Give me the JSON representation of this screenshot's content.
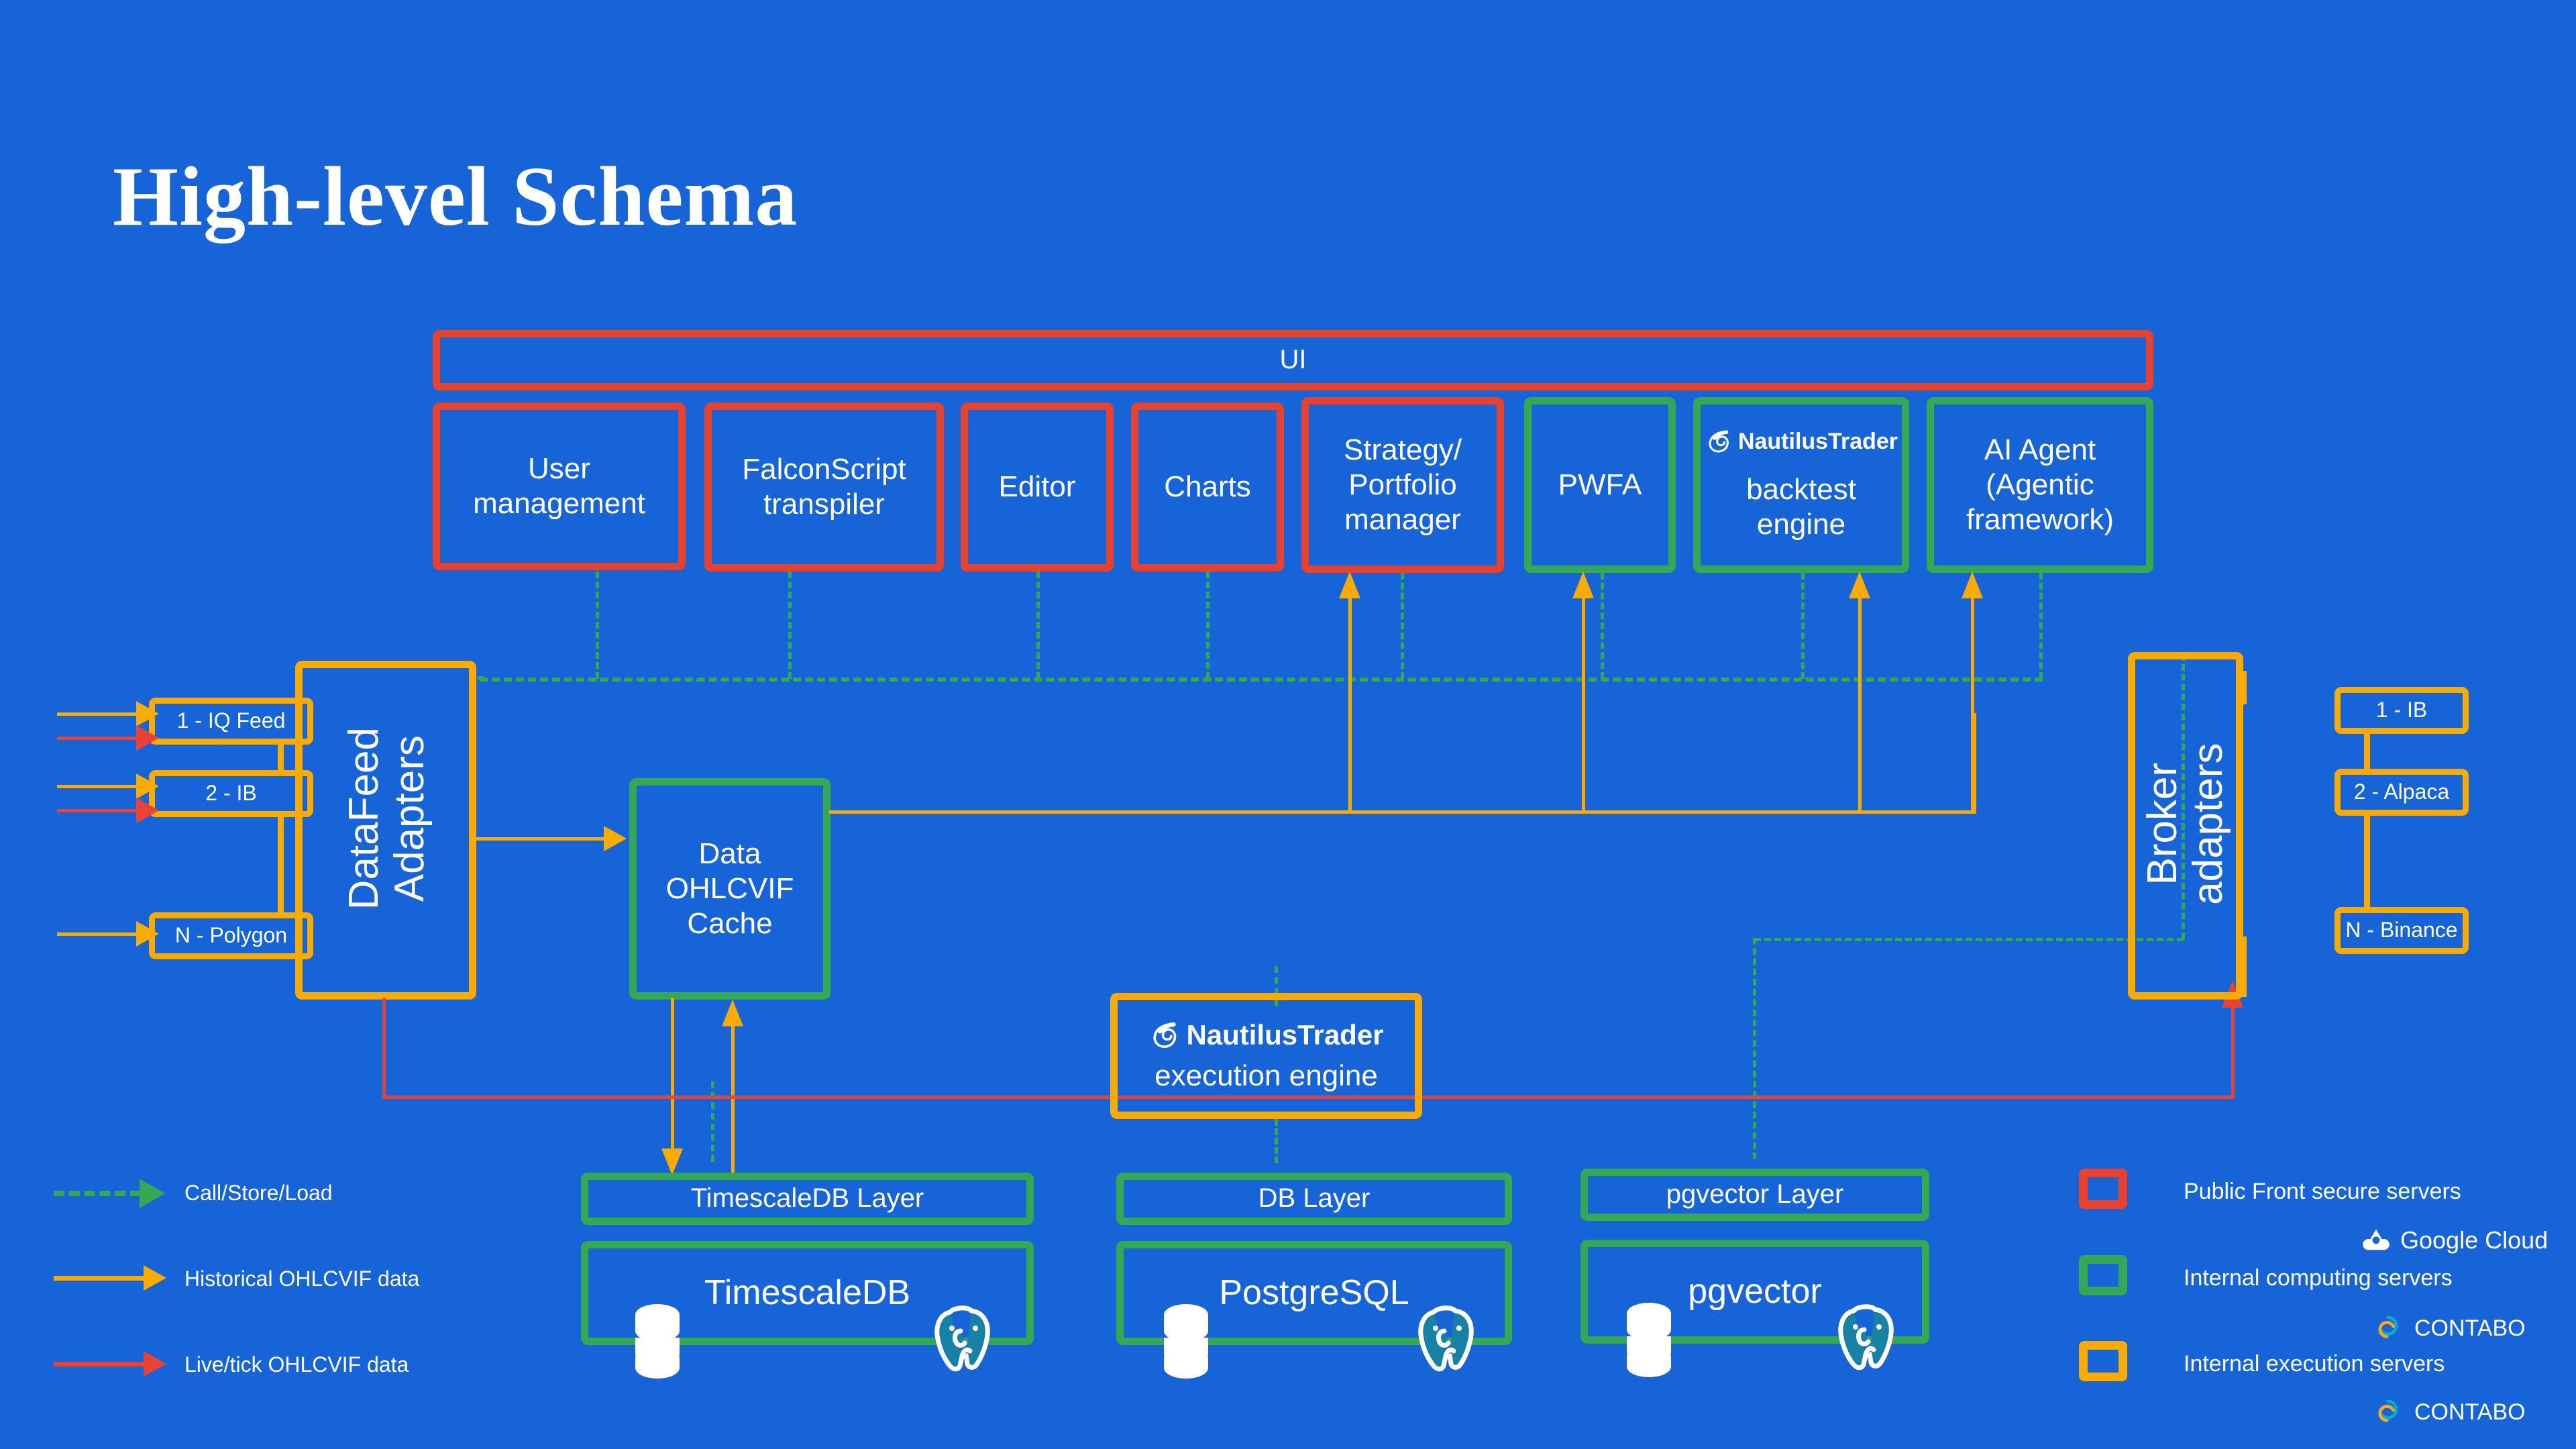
{
  "page": {
    "title": "High-level Schema",
    "background_color": "#1763D8"
  },
  "colors": {
    "public_front": "#E8422F",
    "internal_computing": "#34A853",
    "internal_execution": "#F9AB00",
    "text": "#FFFFFF",
    "live_tick": "#EA4335"
  },
  "ui_bar": {
    "label": "UI"
  },
  "ui_modules": [
    {
      "label": "User\nmanagement",
      "border": "red"
    },
    {
      "label": "FalconScript\ntranspiler",
      "border": "red"
    },
    {
      "label": "Editor",
      "border": "red"
    },
    {
      "label": "Charts",
      "border": "red"
    },
    {
      "label": "Strategy/\nPortfolio\nmanager",
      "border": "red"
    },
    {
      "label": "PWFA",
      "border": "green"
    },
    {
      "label": "backtest\nengine",
      "border": "green",
      "logo": "nautilustrader-logo",
      "logo_text": "NautilusTrader"
    },
    {
      "label": "AI Agent\n(Agentic\nframework)",
      "border": "green"
    }
  ],
  "datafeed": {
    "group_label": "DataFeed\nAdapters",
    "items": [
      {
        "label": "1 - IQ Feed"
      },
      {
        "label": "2 - IB"
      },
      {
        "label": "N - Polygon"
      }
    ]
  },
  "broker": {
    "group_label": "Broker\nadapters",
    "items": [
      {
        "label": "1 - IB"
      },
      {
        "label": "2 - Alpaca"
      },
      {
        "label": "N - Binance"
      }
    ]
  },
  "cache": {
    "label": "Data\nOHLCVIF\nCache"
  },
  "execution_engine": {
    "logo_text": "NautilusTrader",
    "label": "execution engine"
  },
  "db_layers": [
    {
      "layer_label": "TimescaleDB Layer",
      "db_label": "TimescaleDB",
      "db_icon": "database-cylinder-icon",
      "vendor_icon": "postgresql-elephant-icon"
    },
    {
      "layer_label": "DB Layer",
      "db_label": "PostgreSQL",
      "db_icon": "database-cylinder-icon",
      "vendor_icon": "postgresql-elephant-icon"
    },
    {
      "layer_label": "pgvector Layer",
      "db_label": "pgvector",
      "db_icon": "database-cylinder-icon",
      "vendor_icon": "postgresql-elephant-icon"
    }
  ],
  "legend_left": [
    {
      "label": "Call/Store/Load",
      "style": "dashed",
      "color": "#34A853"
    },
    {
      "label": "Historical OHLCVIF data",
      "style": "solid",
      "color": "#F9AB00"
    },
    {
      "label": "Live/tick  OHLCVIF data",
      "style": "solid",
      "color": "#EA4335"
    }
  ],
  "legend_right": [
    {
      "label": "Public Front secure servers",
      "color": "#E8422F",
      "provider": "Google Cloud",
      "provider_icon": "google-cloud-icon"
    },
    {
      "label": "Internal computing servers",
      "color": "#34A853",
      "provider": "CONTABO",
      "provider_icon": "contabo-icon"
    },
    {
      "label": "Internal execution servers",
      "color": "#F9AB00",
      "provider": "CONTABO",
      "provider_icon": "contabo-icon"
    }
  ]
}
